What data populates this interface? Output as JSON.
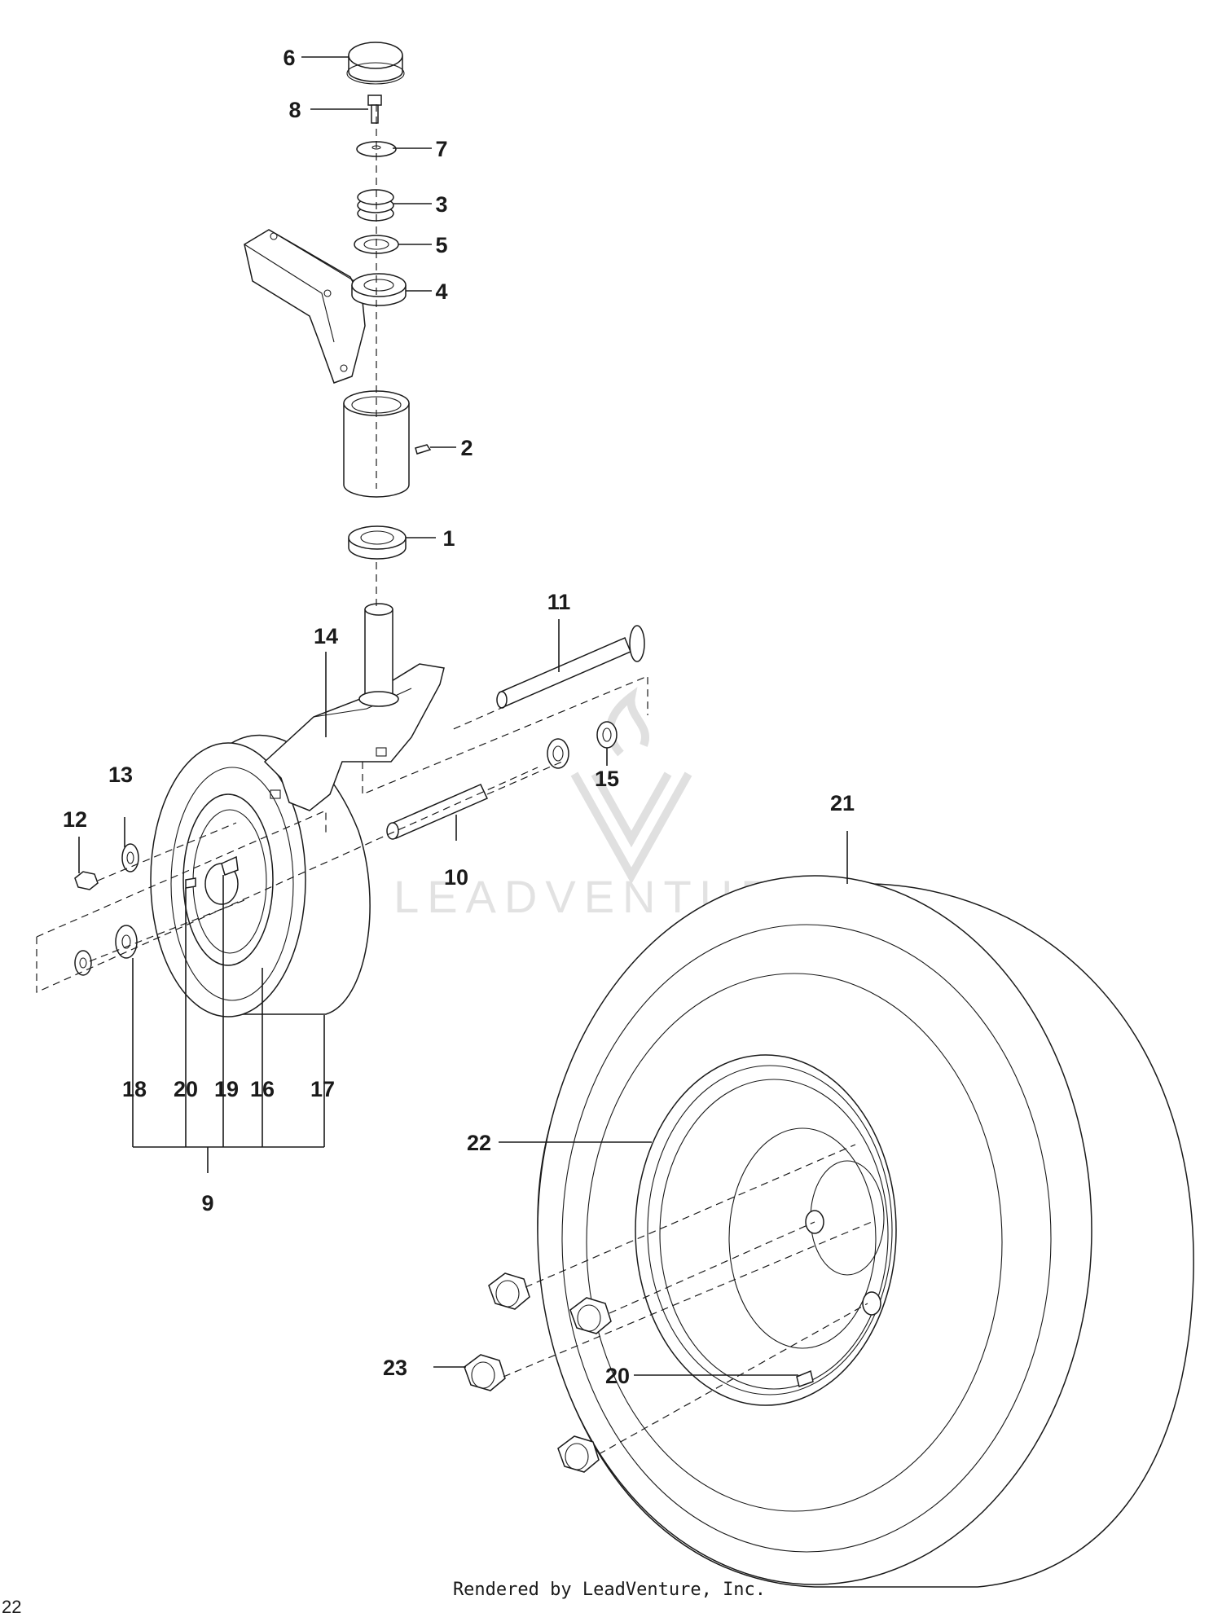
{
  "watermark": {
    "text": "LEADVENTURE"
  },
  "footer": {
    "rendered_by": "Rendered by LeadVenture, Inc.",
    "page_number": "22"
  },
  "callouts": {
    "c1": "1",
    "c2": "2",
    "c3": "3",
    "c4": "4",
    "c5": "5",
    "c6": "6",
    "c7": "7",
    "c8": "8",
    "c9": "9",
    "c10": "10",
    "c11": "11",
    "c12": "12",
    "c13": "13",
    "c14": "14",
    "c15": "15",
    "c16": "16",
    "c17": "17",
    "c18": "18",
    "c19": "19",
    "c20a": "20",
    "c20b": "20",
    "c21": "21",
    "c22": "22",
    "c23": "23"
  }
}
